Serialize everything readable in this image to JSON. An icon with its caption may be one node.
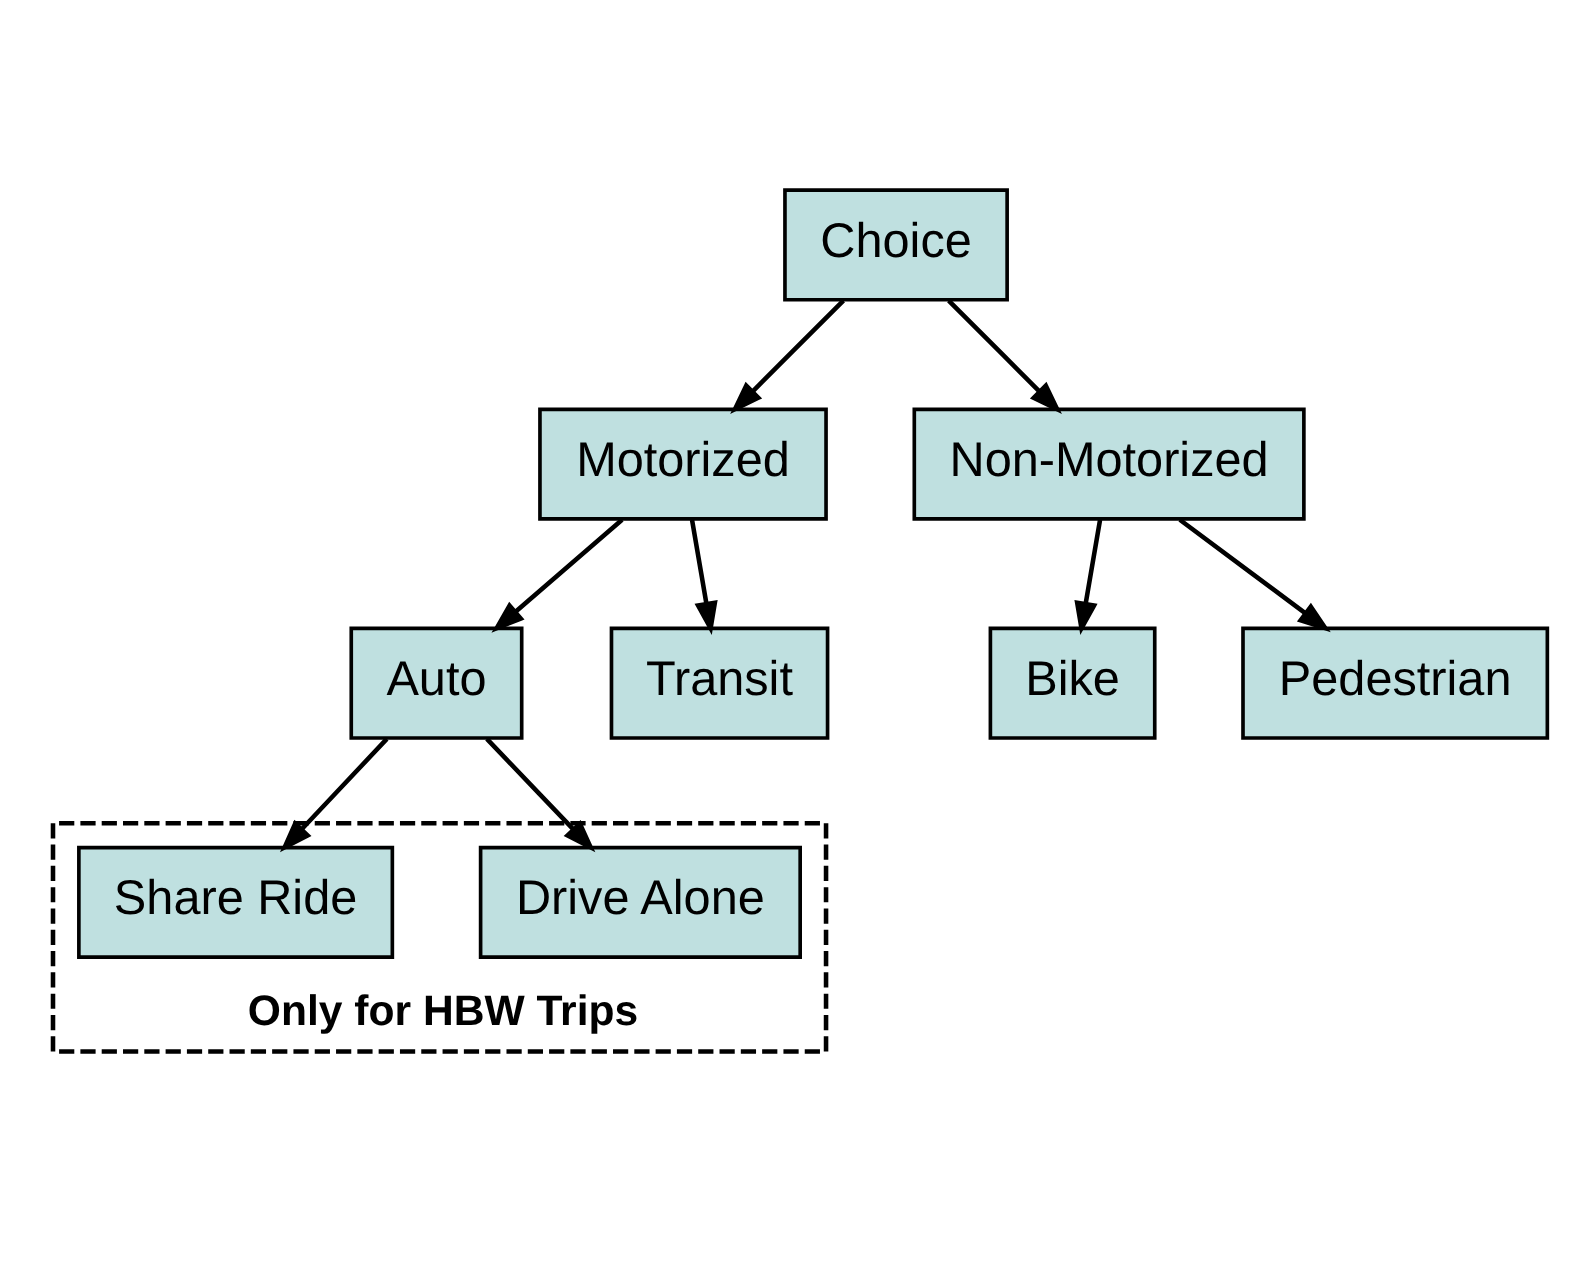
{
  "diagram": {
    "nodes": [
      {
        "text": [
          "Choice"
        ]
      },
      {
        "text": [
          "Motorized"
        ]
      },
      {
        "text": [
          "Non-Motorized"
        ]
      },
      {
        "text": [
          "Auto"
        ]
      },
      {
        "text": [
          "Transit"
        ]
      },
      {
        "text": [
          "Bike"
        ]
      },
      {
        "text": [
          "Pedestrian"
        ]
      },
      {
        "text": [
          "Only for HBW Trips"
        ]
      },
      {
        "text": [
          "Drive Alone"
        ],
        "in": 7
      },
      {
        "text": [
          "Share Ride"
        ],
        "in": 7
      }
    ],
    "edges": [
      {
        "from": 0,
        "to": 1,
        "arrow": "to"
      },
      {
        "from": 0,
        "to": 2,
        "arrow": "to"
      },
      {
        "from": 1,
        "to": 3,
        "arrow": "to"
      },
      {
        "from": 1,
        "to": 4,
        "arrow": "to"
      },
      {
        "from": 2,
        "to": 5,
        "arrow": "to"
      },
      {
        "from": 2,
        "to": 6,
        "arrow": "to"
      },
      {
        "from": 3,
        "to": 8,
        "arrow": "to"
      },
      {
        "from": 3,
        "to": 9,
        "arrow": "to"
      }
    ]
  }
}
